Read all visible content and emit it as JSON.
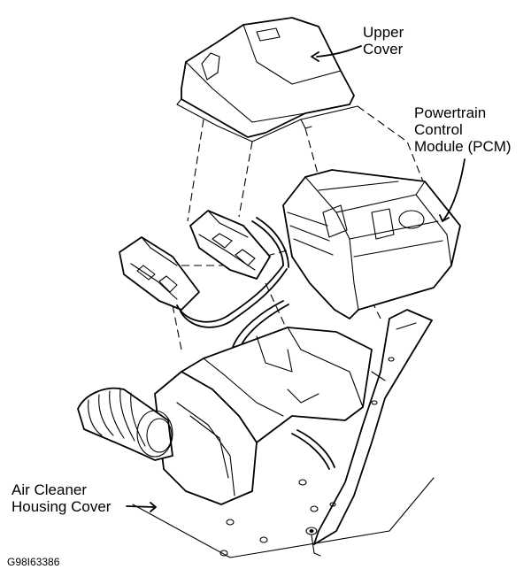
{
  "labels": {
    "upper_cover": [
      "Upper",
      "Cover"
    ],
    "pcm": [
      "Powertrain",
      "Control",
      "Module (PCM)"
    ],
    "air_cleaner": [
      "Air Cleaner",
      "Housing Cover"
    ]
  },
  "figure_code": "G98I63386"
}
